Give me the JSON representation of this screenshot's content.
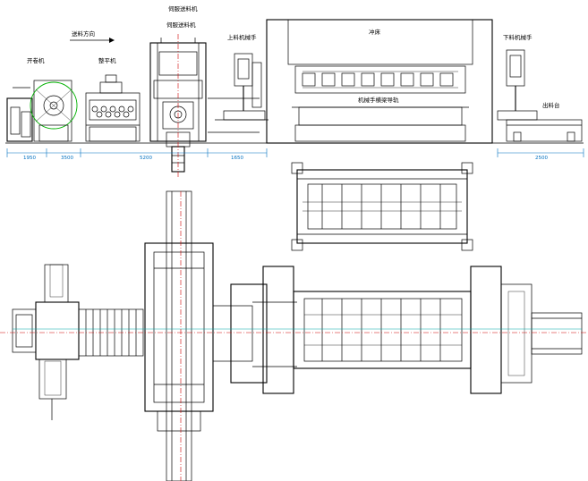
{
  "labels": {
    "feed_direction": "送料方向",
    "uncoiler": "开卷机",
    "straightener": "整平机",
    "feeder_top": "伺服送料机",
    "servo_feeder": "伺服送料机",
    "press": "冲床",
    "loader_left": "上料机械手",
    "loader_right": "下料机械手",
    "transfer_rail": "机械手横梁导轨",
    "output_table": "出料台"
  },
  "dimensions": {
    "d1": "1950",
    "d2": "3500",
    "d3": "5200",
    "d4": "1650",
    "d5": "2500"
  },
  "colors": {
    "centerline": "#d00000",
    "dimension": "#0070c0",
    "highlight": "#00b000",
    "secondary": "#00a8a8"
  }
}
